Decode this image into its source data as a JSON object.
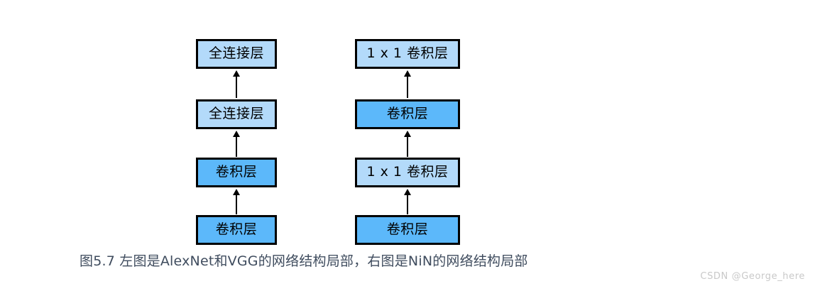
{
  "figure": {
    "caption": "图5.7 左图是AlexNet和VGG的网络结构局部，右图是NiN的网络结构局部",
    "watermark": "CSDN @George_here",
    "colors": {
      "background": "#ffffff",
      "fill_light": "#b3dafa",
      "fill_dark": "#5cb8fa",
      "border": "#000000",
      "arrow": "#000000",
      "caption_text": "#3f4c5e",
      "watermark_text": "#c9c9c9"
    },
    "columns": [
      {
        "name": "alexnet-vgg",
        "nodes": [
          {
            "label": "全连接层",
            "fill": "light"
          },
          {
            "label": "全连接层",
            "fill": "light"
          },
          {
            "label": "卷积层",
            "fill": "dark"
          },
          {
            "label": "卷积层",
            "fill": "dark"
          }
        ]
      },
      {
        "name": "nin",
        "nodes": [
          {
            "label": "1 x 1 卷积层",
            "fill": "light"
          },
          {
            "label": "卷积层",
            "fill": "dark"
          },
          {
            "label": "1 x 1 卷积层",
            "fill": "light"
          },
          {
            "label": "卷积层",
            "fill": "dark"
          }
        ]
      }
    ]
  }
}
